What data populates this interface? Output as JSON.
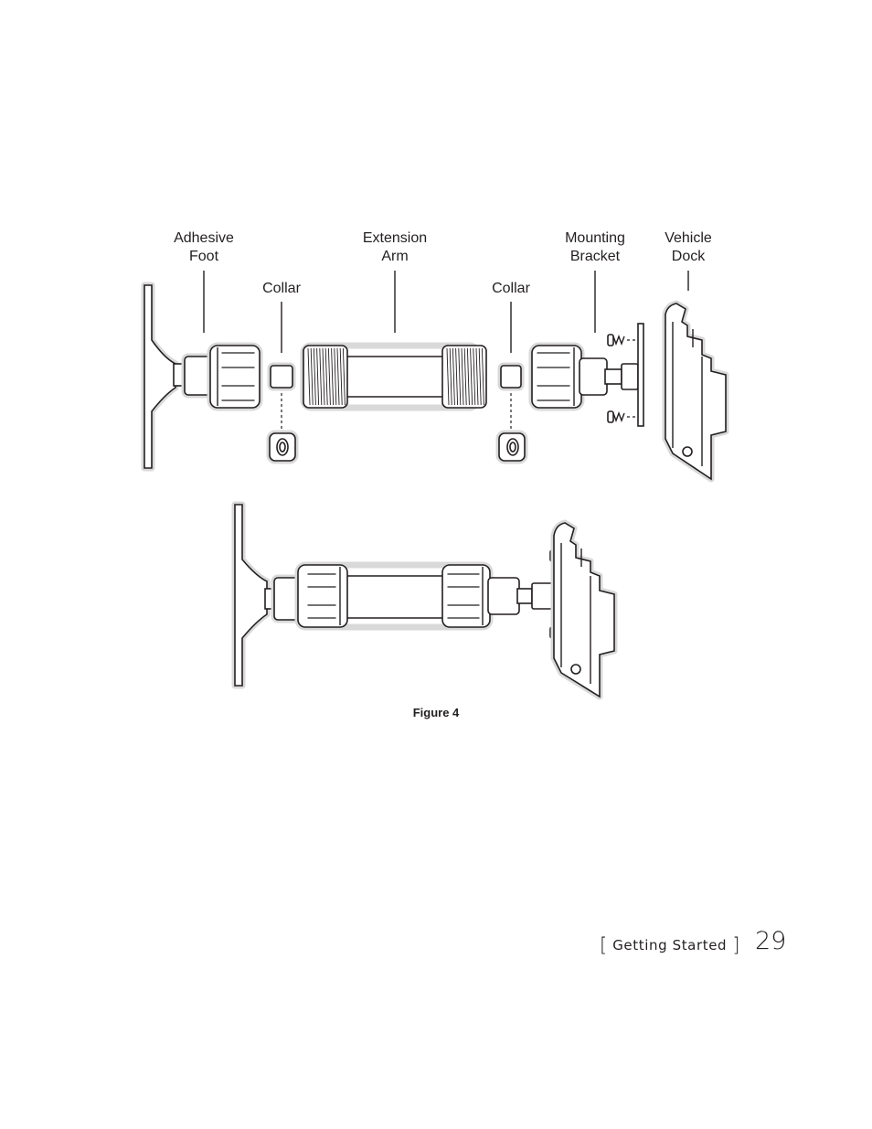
{
  "figure": {
    "labels": {
      "adhesive_foot": "Adhesive\nFoot",
      "collar_left": "Collar",
      "extension_arm": "Extension\nArm",
      "collar_right": "Collar",
      "mounting_bracket": "Mounting\nBracket",
      "vehicle_dock": "Vehicle\nDock"
    },
    "caption": "Figure 4"
  },
  "footer": {
    "bracket_open": "[",
    "section": "Getting Started",
    "bracket_close": "]",
    "page_number": "29"
  }
}
